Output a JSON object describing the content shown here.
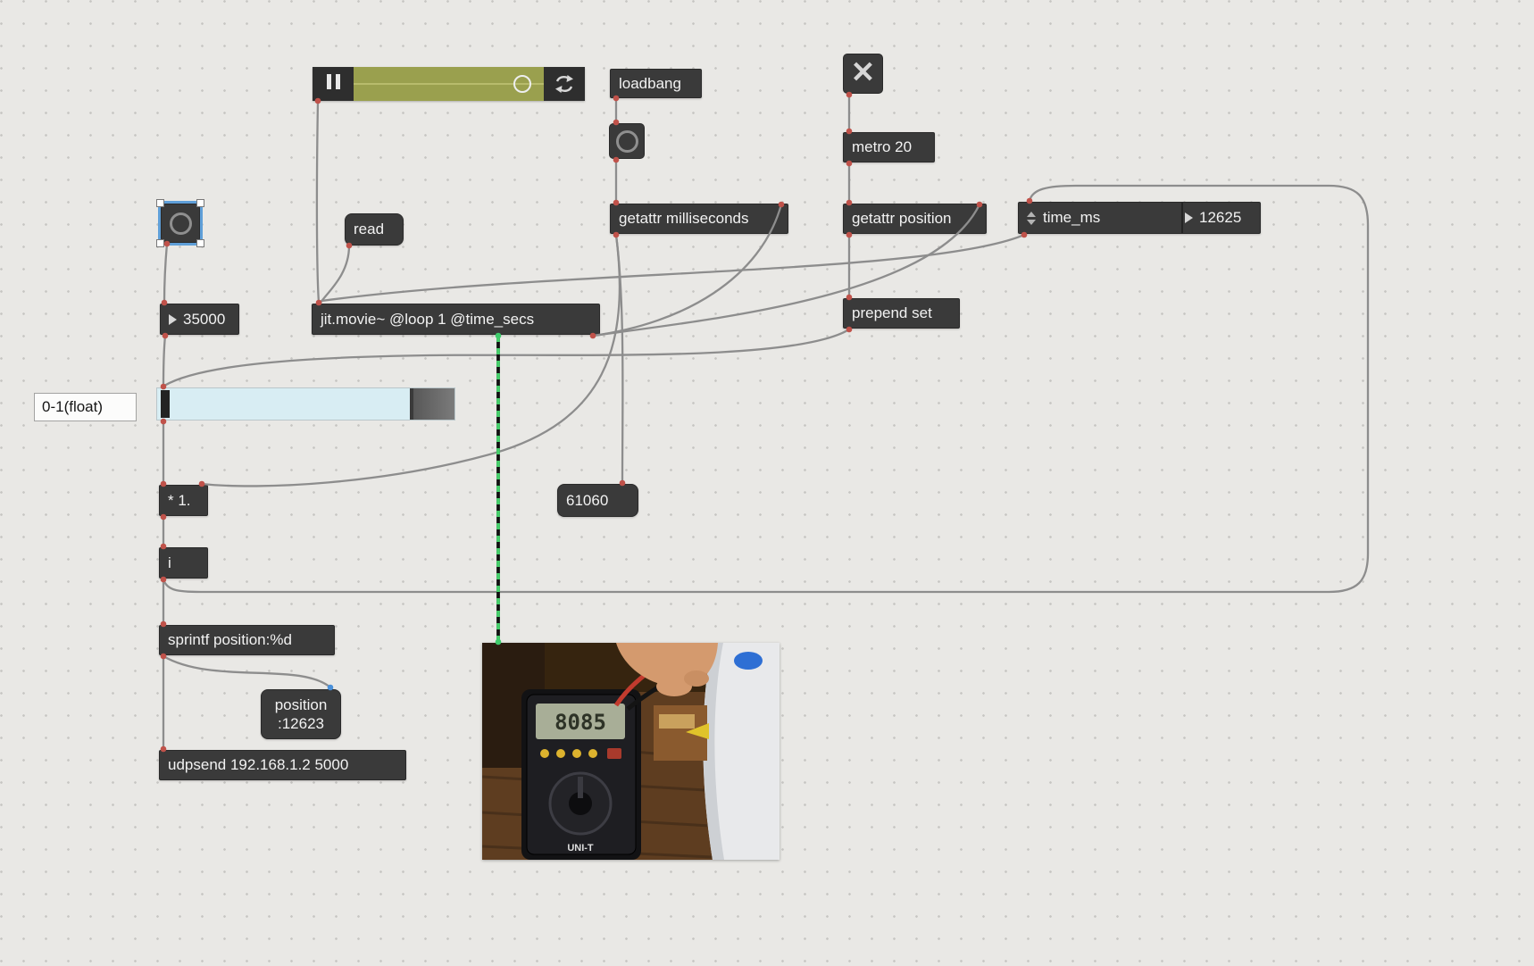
{
  "app": {
    "name": "Max patcher canvas"
  },
  "colors": {
    "canvas_bg": "#e9e8e5",
    "box_bg": "#3a3a3a",
    "box_text": "#f2f2f2",
    "patch_cord": "#8d8d8d",
    "jitter_cord": "#46d06b",
    "selection": "#5f9fd8",
    "slider_fill": "#d8edf3",
    "playbar_track": "#9aa04e",
    "inlet_dot": "#c0524a",
    "blue_dot": "#4a90d9",
    "green_dot": "#3ecb6b"
  },
  "playbar": {
    "pause_icon": "pause-icon",
    "loop_icon": "loop-icon"
  },
  "objects": {
    "loadbang": "loadbang",
    "metro": "metro 20",
    "getattr_milliseconds": "getattr milliseconds",
    "getattr_position": "getattr position",
    "prepend_set": "prepend set",
    "jit_movie": "jit.movie~ @loop 1 @time_secs",
    "multiply": "* 1.",
    "int": "i",
    "sprintf": "sprintf position:%d",
    "udpsend": "udpsend 192.168.1.2 5000"
  },
  "messages": {
    "read": "read",
    "m61060": "61060",
    "position_line1": "position",
    "position_line2": ":12623"
  },
  "numbers": {
    "n35000": "35000",
    "attrui_name": "time_ms",
    "attrui_value": "12625"
  },
  "comment": {
    "text": "0-1(float)"
  },
  "toggle": {
    "glyph": "✕"
  },
  "video": {
    "meter_display": "8085",
    "meter_brand": "UNI-T"
  }
}
